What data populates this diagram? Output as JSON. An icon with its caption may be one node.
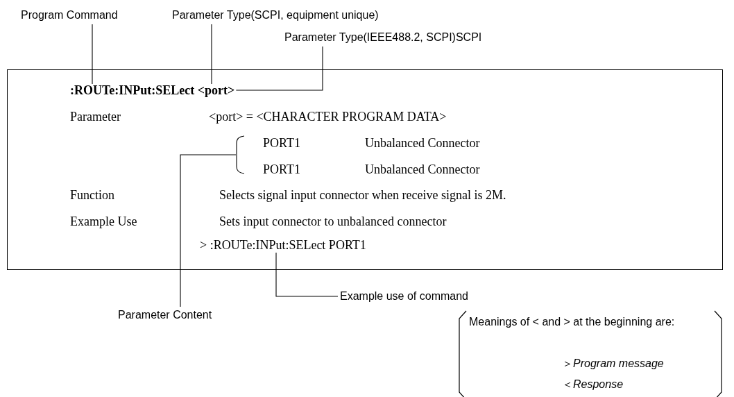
{
  "diagram": {
    "nodes": [
      {
        "text": [
          "Program Command"
        ]
      },
      {
        "text": [
          "Parameter Type(SCPI, equipment unique)"
        ]
      },
      {
        "text": [
          "Parameter Type(IEEE488.2, SCPI)SCPI"
        ]
      },
      {
        "text": [],
        "shape": "box"
      },
      {
        "text": [
          ":ROUTe:INPut:SELect <port>"
        ],
        "in": 3
      },
      {
        "text": [
          "> :ROUTe:INPut:SELect PORT1"
        ],
        "in": 3
      },
      {
        "text": [
          "Parameter Content"
        ]
      },
      {
        "text": [
          "Example use of command"
        ]
      },
      {
        "text": [
          "Meanings of < and > at the beginning are:",
          "＞*Program message*",
          "＜*Response*"
        ]
      }
    ],
    "edges": [
      {
        "from": 0,
        "to": 4,
        "arrow": "none"
      },
      {
        "from": 1,
        "to": 4,
        "arrow": "none"
      },
      {
        "from": 2,
        "to": 4,
        "arrow": "none"
      },
      {
        "from": 6,
        "to": null,
        "arrow": "none"
      },
      {
        "from": 7,
        "to": 5,
        "arrow": "none"
      }
    ],
    "labels": [
      "Parameter",
      "<port> = <CHARACTER PROGRAM DATA>",
      "PORT1",
      "Unbalanced Connector",
      "PORT1",
      "Unbalanced Connector",
      "Function",
      "Selects signal input connector when receive signal is 2M.",
      "Example Use",
      "Sets input connector to unbalanced connector"
    ]
  }
}
